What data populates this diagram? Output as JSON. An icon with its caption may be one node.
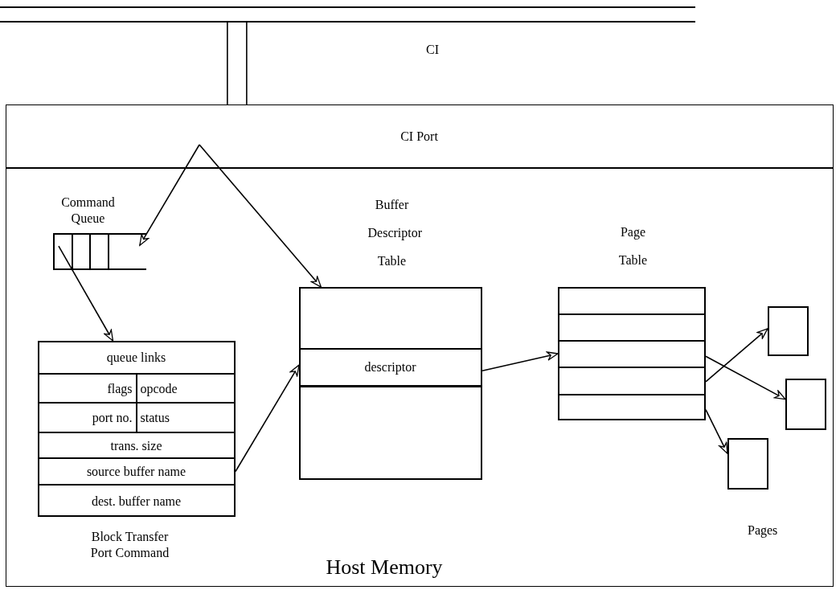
{
  "diagram": {
    "nodes": [
      {
        "text": [],
        "shape": "bar",
        "beside": [
          "CI"
        ]
      },
      {
        "text": [
          "Host Memory"
        ]
      },
      {
        "text": [
          "CI Port"
        ],
        "in": 1
      },
      {
        "text": [
          "Command Queue"
        ],
        "in": 1
      },
      {
        "text": [
          "Block Transfer Port Command"
        ],
        "in": 1
      },
      {
        "text": [
          "queue links"
        ],
        "in": 4
      },
      {
        "text": [
          "flags"
        ],
        "in": 4
      },
      {
        "text": [
          "opcode"
        ],
        "in": 4
      },
      {
        "text": [
          "port no."
        ],
        "in": 4
      },
      {
        "text": [
          "status"
        ],
        "in": 4
      },
      {
        "text": [
          "trans. size"
        ],
        "in": 4
      },
      {
        "text": [
          "source buffer name"
        ],
        "in": 4
      },
      {
        "text": [
          "dest. buffer name"
        ],
        "in": 4
      },
      {
        "text": [
          "Buffer Descriptor Table"
        ],
        "in": 1
      },
      {
        "text": [
          "descriptor"
        ],
        "in": 13
      },
      {
        "text": [
          "Page Table"
        ],
        "in": 1
      },
      {
        "text": [],
        "shape": "box",
        "in": 1
      },
      {
        "text": [],
        "shape": "box",
        "in": 1
      },
      {
        "text": [],
        "shape": "box",
        "in": 1
      }
    ],
    "edges": [
      {
        "from": 0,
        "to": 2,
        "arrow": "none"
      },
      {
        "from": 2,
        "to": 3,
        "arrow": "to"
      },
      {
        "from": 2,
        "to": 13,
        "arrow": "to"
      },
      {
        "from": 3,
        "to": 4,
        "arrow": "to"
      },
      {
        "from": 11,
        "to": 14,
        "arrow": "to"
      },
      {
        "from": 14,
        "to": 15,
        "arrow": "to"
      },
      {
        "from": 15,
        "to": 17,
        "arrow": "to"
      },
      {
        "from": 15,
        "to": 16,
        "arrow": "to"
      },
      {
        "from": 15,
        "to": 18,
        "arrow": "to"
      }
    ],
    "labels": [
      "Pages"
    ]
  }
}
